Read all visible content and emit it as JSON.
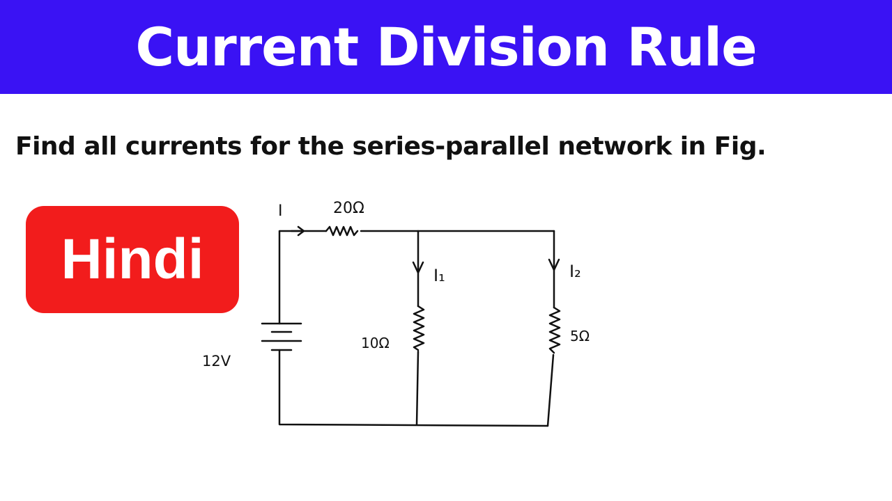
{
  "banner": {
    "title": "Current Division Rule"
  },
  "question": "Find all currents for the series-parallel network in Fig.",
  "badge": {
    "label": "Hindi",
    "color": "#f21c1c"
  },
  "colors": {
    "banner": "#3a12f4"
  },
  "circuit": {
    "source_label": "12V",
    "total_current_label": "I",
    "series_resistor_label": "20Ω",
    "branch1_current_label": "I₁",
    "branch1_resistor_label": "10Ω",
    "branch2_current_label": "I₂",
    "branch2_resistor_label": "5Ω"
  }
}
